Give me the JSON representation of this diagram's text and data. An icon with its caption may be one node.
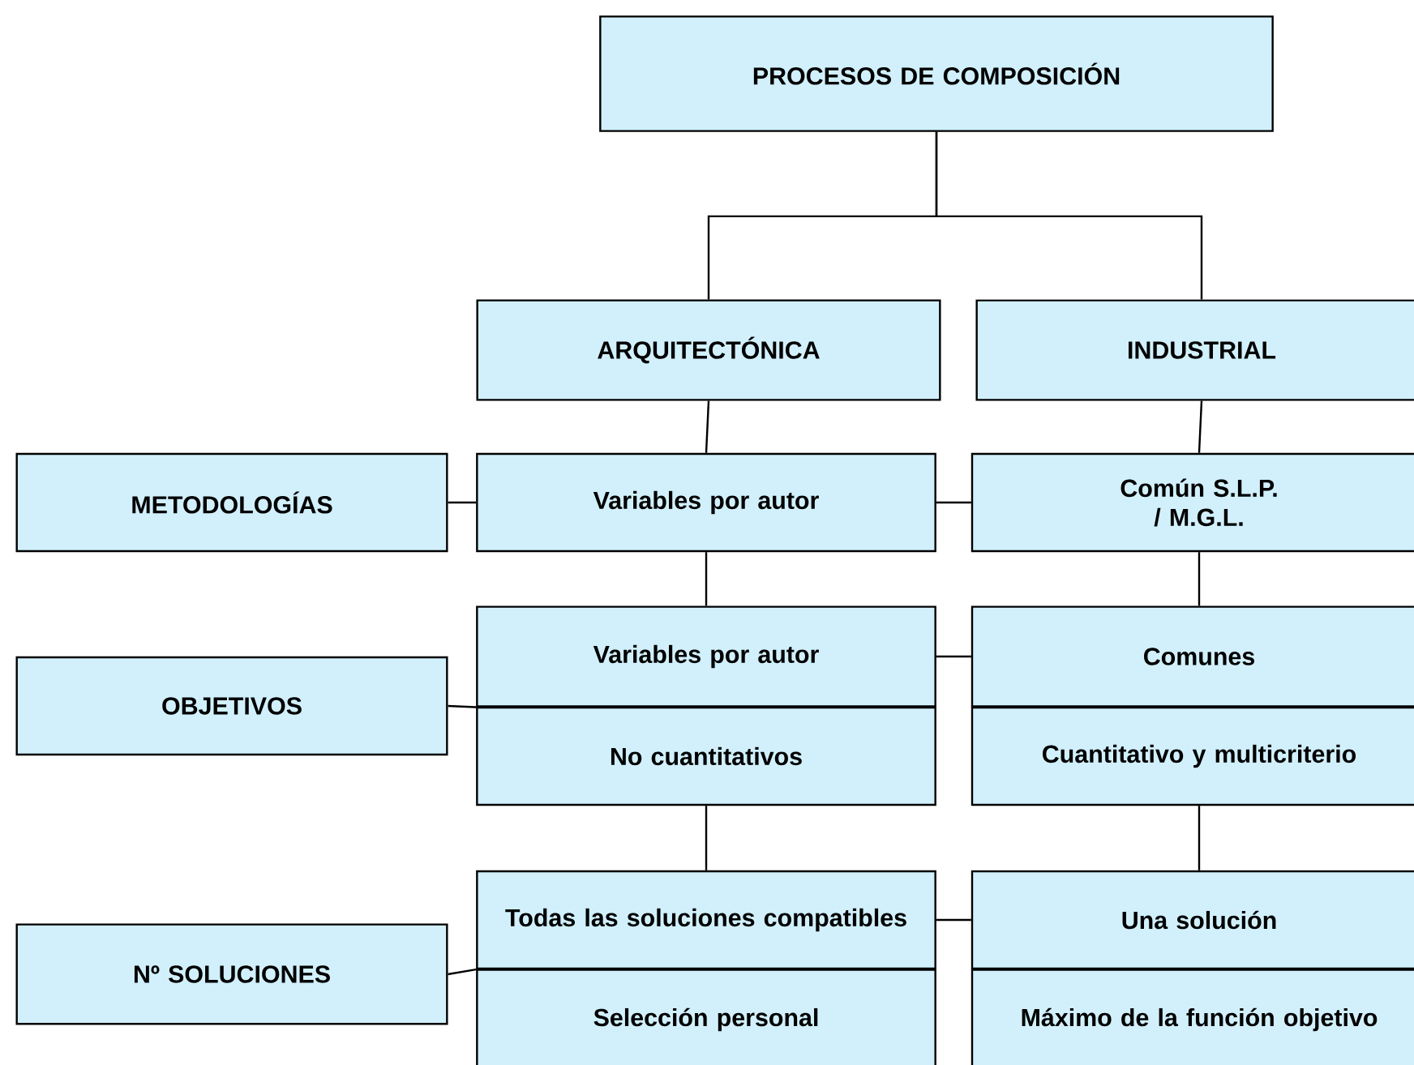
{
  "diagram": {
    "nodes": [
      {
        "text": [
          "PROCESOS DE COMPOSICIÓN"
        ]
      },
      {
        "text": [
          "ARQUITECTÓNICA"
        ]
      },
      {
        "text": [
          "INDUSTRIAL"
        ]
      },
      {
        "text": [
          "METODOLOGÍAS"
        ]
      },
      {
        "text": [
          "Variables por autor"
        ]
      },
      {
        "text": [
          "Común S.L.P. / M.G.L."
        ]
      },
      {
        "text": [
          "Variables por autor"
        ]
      },
      {
        "text": [
          "Comunes"
        ]
      },
      {
        "text": [
          "OBJETIVOS"
        ]
      },
      {
        "text": [
          "No cuantitativos"
        ]
      },
      {
        "text": [
          "Cuantitativo y multicriterio"
        ]
      },
      {
        "text": [
          "Todas las soluciones compatibles"
        ]
      },
      {
        "text": [
          "Una solución"
        ]
      },
      {
        "text": [
          "Nº SOLUCIONES"
        ]
      },
      {
        "text": [
          "Selección personal"
        ]
      },
      {
        "text": [
          "Máximo de la función objetivo"
        ]
      }
    ],
    "edges": [
      {
        "from": 0,
        "to": 1,
        "arrow": "none"
      },
      {
        "from": 0,
        "to": 2,
        "arrow": "none"
      },
      {
        "from": 1,
        "to": 4,
        "arrow": "none"
      },
      {
        "from": 2,
        "to": 5,
        "arrow": "none"
      },
      {
        "from": 3,
        "to": 4,
        "arrow": "none"
      },
      {
        "from": 4,
        "to": 5,
        "arrow": "none"
      },
      {
        "from": 4,
        "to": 6,
        "arrow": "none"
      },
      {
        "from": 5,
        "to": 7,
        "arrow": "none"
      },
      {
        "from": 8,
        "to": 6,
        "arrow": "none"
      },
      {
        "from": 6,
        "to": 7,
        "arrow": "none"
      },
      {
        "from": 9,
        "to": 11,
        "arrow": "none"
      },
      {
        "from": 10,
        "to": 12,
        "arrow": "none"
      },
      {
        "from": 13,
        "to": 11,
        "arrow": "none"
      },
      {
        "from": 11,
        "to": 12,
        "arrow": "none"
      }
    ]
  }
}
